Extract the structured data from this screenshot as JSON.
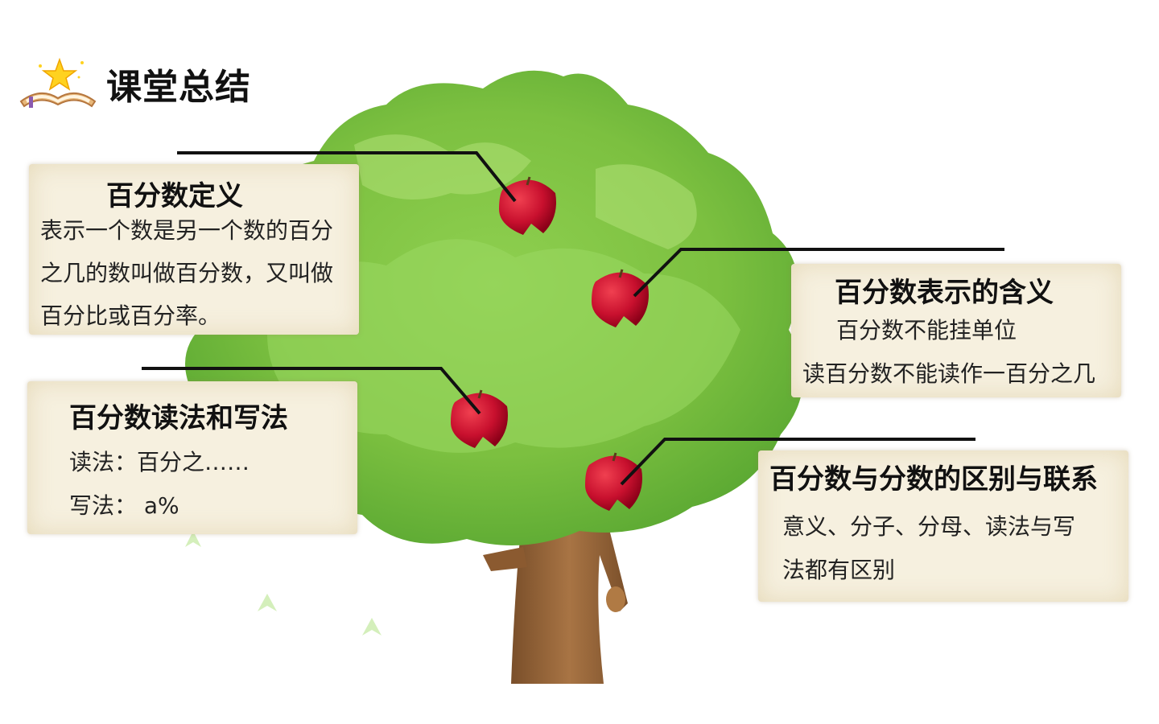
{
  "header": {
    "title": "课堂总结",
    "icon": "book-star-icon"
  },
  "cards": {
    "definition": {
      "title": "百分数定义",
      "lines": [
        "表示一个数是另一个数的百分",
        "之几的数叫做百分数，又叫做",
        "百分比或百分率。"
      ]
    },
    "meaning": {
      "title": "百分数表示的含义",
      "lines": [
        "百分数不能挂单位",
        "读百分数不能读作一百分之几"
      ]
    },
    "reading": {
      "title": "百分数读法和写法",
      "lines": [
        "读法：百分之……",
        "写法： a%"
      ]
    },
    "relation": {
      "title": "百分数与分数的区别与联系",
      "lines": [
        "意义、分子、分母、读法与写",
        "法都有区别"
      ]
    }
  },
  "colors": {
    "apple": "#c8102e",
    "leaf_light": "#a8d86a",
    "leaf_dark": "#5aa832",
    "trunk": "#9a6a3a",
    "card_bg": "#f6f0df"
  }
}
